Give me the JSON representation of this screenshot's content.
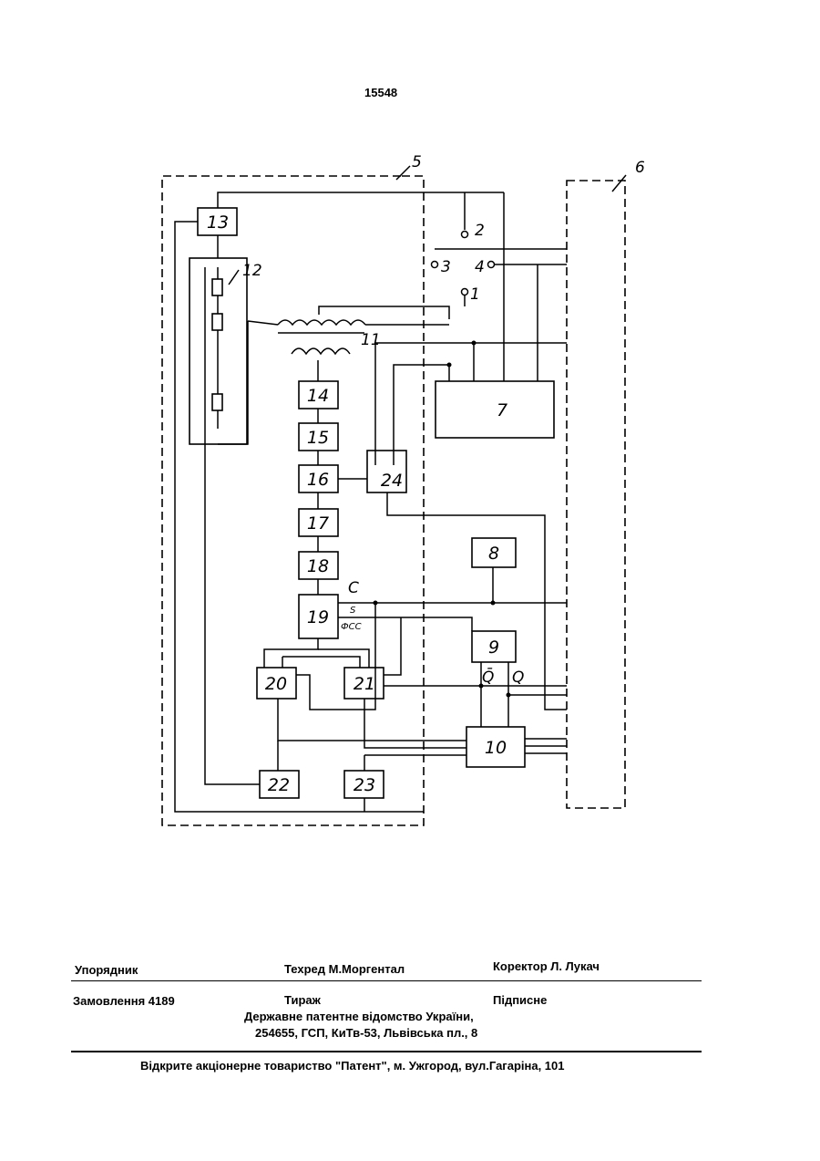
{
  "page_number": "15548",
  "diagram": {
    "block_labels": [
      "13",
      "12",
      "14",
      "15",
      "16",
      "17",
      "18",
      "19",
      "20",
      "21",
      "22",
      "23",
      "24",
      "7",
      "8",
      "9",
      "10"
    ],
    "unit_labels": {
      "u5": "5",
      "u6": "6",
      "u11": "11"
    },
    "terminal_labels": {
      "t1": "1",
      "t2": "2",
      "t3": "3",
      "t4": "4"
    },
    "signal_labels": {
      "c": "C",
      "s": "S",
      "occ": "ФСС",
      "qbar": "Q̄",
      "q": "Q"
    }
  },
  "footer": {
    "compiler": "Упорядник",
    "techred": "Техред М.Моргентал",
    "corrector": "Коректор Л. Лукач",
    "order": "Замовлення 4189",
    "circulation": "Тираж",
    "subscription": "Підписне",
    "office_line1": "Державне патентне відомство України,",
    "office_line2": "254655, ГСП, КиТв-53, Львівська пл., 8",
    "publisher": "Відкрите акціонерне товариство \"Патент\", м. Ужгород, вул.Гагаріна, 101"
  }
}
